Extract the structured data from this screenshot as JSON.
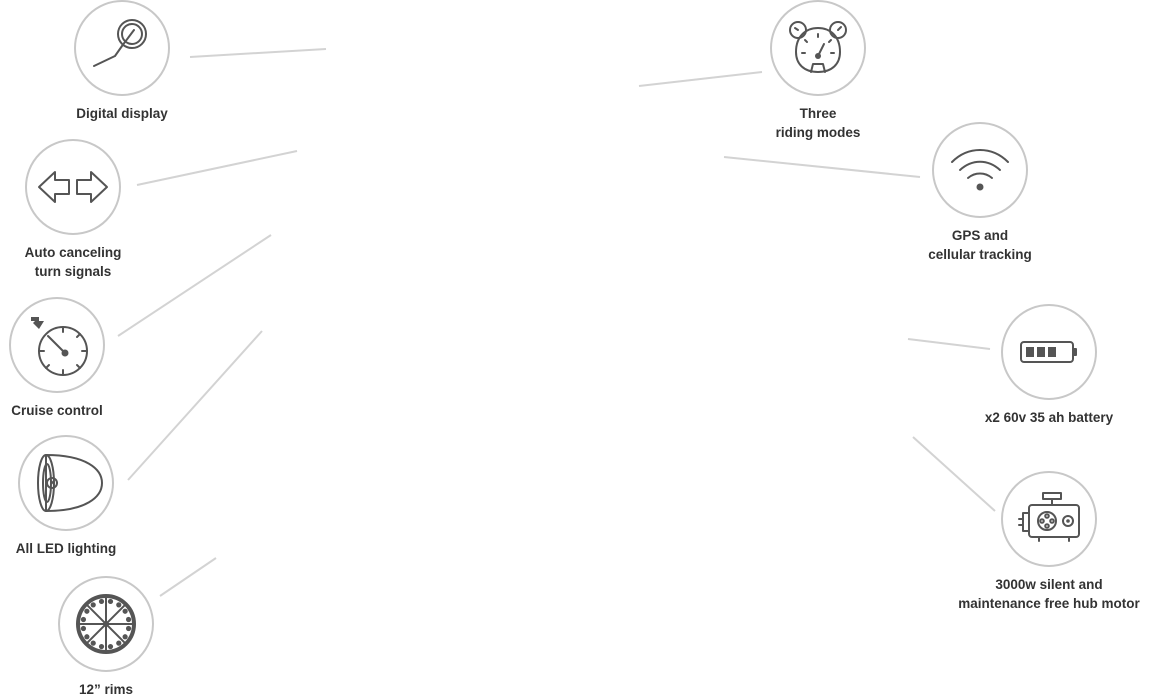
{
  "features": {
    "digital_display": {
      "line1": "Digital display",
      "line2": ""
    },
    "turn_signals": {
      "line1": "Auto canceling",
      "line2": "turn signals"
    },
    "cruise_control": {
      "line1": "Cruise control",
      "line2": ""
    },
    "led_lighting": {
      "line1": "All LED lighting",
      "line2": ""
    },
    "rims": {
      "line1": "12” rims",
      "line2": ""
    },
    "riding_modes": {
      "line1": "Three",
      "line2": "riding modes"
    },
    "gps_tracking": {
      "line1": "GPS and",
      "line2": "cellular tracking"
    },
    "battery": {
      "line1": "x2 60v 35 ah battery",
      "line2": ""
    },
    "hub_motor": {
      "line1": "3000w silent and",
      "line2": "maintenance free hub motor"
    }
  },
  "icons": {
    "digital_display": "gauge-needle-icon",
    "turn_signals": "turn-arrows-icon",
    "cruise_control": "stopwatch-icon",
    "led_lighting": "headlight-icon",
    "rims": "wheel-rim-icon",
    "riding_modes": "speedometers-icon",
    "gps_tracking": "wifi-signal-icon",
    "battery": "battery-icon",
    "hub_motor": "motor-icon"
  },
  "colors": {
    "connector": "#d3d3d3",
    "circle_border": "#c8c8c8",
    "icon": "#555555",
    "text": "#333333"
  }
}
